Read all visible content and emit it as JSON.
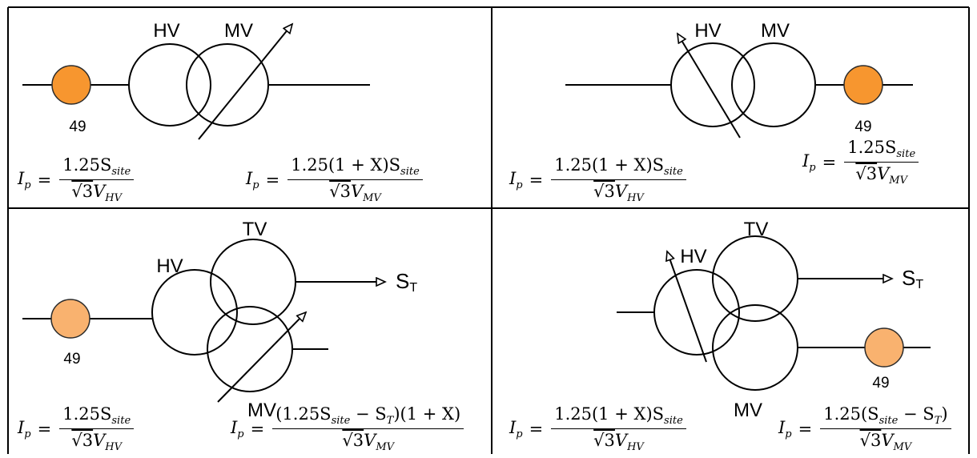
{
  "palette": {
    "line": "#000000",
    "relay_top": "#f7962f",
    "relay_bottom": "#f9b26f",
    "relay_stroke": "#2b2b2b"
  },
  "cells": {
    "top_left": {
      "labels": {
        "hv": "HV",
        "mv": "MV"
      },
      "relay": "49",
      "formula_left": {
        "lhs": "I",
        "lhs_sub": "p",
        "eq": "=",
        "num": "1.25S",
        "num_sub": "site",
        "den_root": "√3",
        "den": "V",
        "den_sub": "HV"
      },
      "formula_right": {
        "lhs": "I",
        "lhs_sub": "p",
        "eq": "=",
        "num": "1.25(1 + X)S",
        "num_sub": "site",
        "den_root": "√3",
        "den": "V",
        "den_sub": "MV"
      }
    },
    "top_right": {
      "labels": {
        "hv": "HV",
        "mv": "MV"
      },
      "relay": "49",
      "formula_left": {
        "lhs": "I",
        "lhs_sub": "p",
        "eq": "=",
        "num": "1.25(1 + X)S",
        "num_sub": "site",
        "den_root": "√3",
        "den": "V",
        "den_sub": "HV"
      },
      "formula_right": {
        "lhs": "I",
        "lhs_sub": "p",
        "eq": "=",
        "num": "1.25S",
        "num_sub": "site",
        "den_root": "√3",
        "den": "V",
        "den_sub": "MV"
      }
    },
    "bottom_left": {
      "labels": {
        "hv": "HV",
        "mv": "MV",
        "tv": "TV",
        "st": "S",
        "st_sub": "T"
      },
      "relay": "49",
      "formula_left": {
        "lhs": "I",
        "lhs_sub": "p",
        "eq": "=",
        "num": "1.25S",
        "num_sub": "site",
        "den_root": "√3",
        "den": "V",
        "den_sub": "HV"
      },
      "formula_right": {
        "lhs": "I",
        "lhs_sub": "p",
        "eq": "=",
        "num_a": "(1.25S",
        "num_a_sub": "site",
        "num_b": " − S",
        "num_b_sub": "T",
        "num_c": ")(1 + X)",
        "den_root": "√3",
        "den": "V",
        "den_sub": "MV"
      }
    },
    "bottom_right": {
      "labels": {
        "hv": "HV",
        "mv": "MV",
        "tv": "TV",
        "st": "S",
        "st_sub": "T"
      },
      "relay": "49",
      "formula_left": {
        "lhs": "I",
        "lhs_sub": "p",
        "eq": "=",
        "num": "1.25(1 + X)S",
        "num_sub": "site",
        "den_root": "√3",
        "den": "V",
        "den_sub": "HV"
      },
      "formula_right": {
        "lhs": "I",
        "lhs_sub": "p",
        "eq": "=",
        "num_a": "1.25(S",
        "num_a_sub": "site",
        "num_b": " − S",
        "num_b_sub": "T",
        "num_c": ")",
        "den_root": "√3",
        "den": "V",
        "den_sub": "MV"
      }
    }
  }
}
